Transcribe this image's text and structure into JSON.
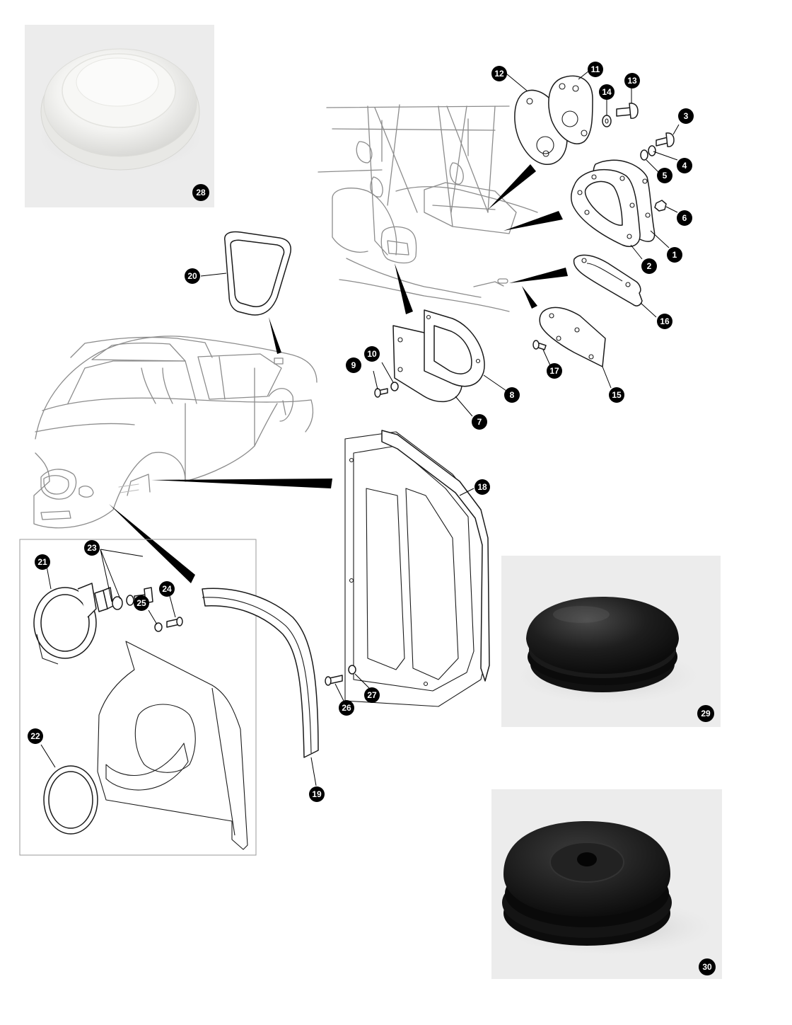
{
  "diagram": {
    "photos": [
      {
        "id": "photo-28",
        "callout": "28",
        "caption": "Clear plug grommet"
      },
      {
        "id": "photo-29",
        "callout": "29",
        "caption": "Black dome grommet"
      },
      {
        "id": "photo-30",
        "callout": "30",
        "caption": "Black open grommet"
      }
    ],
    "callouts": [
      {
        "label": "1"
      },
      {
        "label": "2"
      },
      {
        "label": "3"
      },
      {
        "label": "4"
      },
      {
        "label": "5"
      },
      {
        "label": "6"
      },
      {
        "label": "7"
      },
      {
        "label": "8"
      },
      {
        "label": "9"
      },
      {
        "label": "10"
      },
      {
        "label": "11"
      },
      {
        "label": "12"
      },
      {
        "label": "13"
      },
      {
        "label": "14"
      },
      {
        "label": "15"
      },
      {
        "label": "16"
      },
      {
        "label": "17"
      },
      {
        "label": "18"
      },
      {
        "label": "19"
      },
      {
        "label": "20"
      },
      {
        "label": "21"
      },
      {
        "label": "22"
      },
      {
        "label": "23"
      },
      {
        "label": "24"
      },
      {
        "label": "25"
      },
      {
        "label": "26"
      },
      {
        "label": "27"
      },
      {
        "label": "28"
      },
      {
        "label": "29"
      },
      {
        "label": "30"
      }
    ]
  }
}
